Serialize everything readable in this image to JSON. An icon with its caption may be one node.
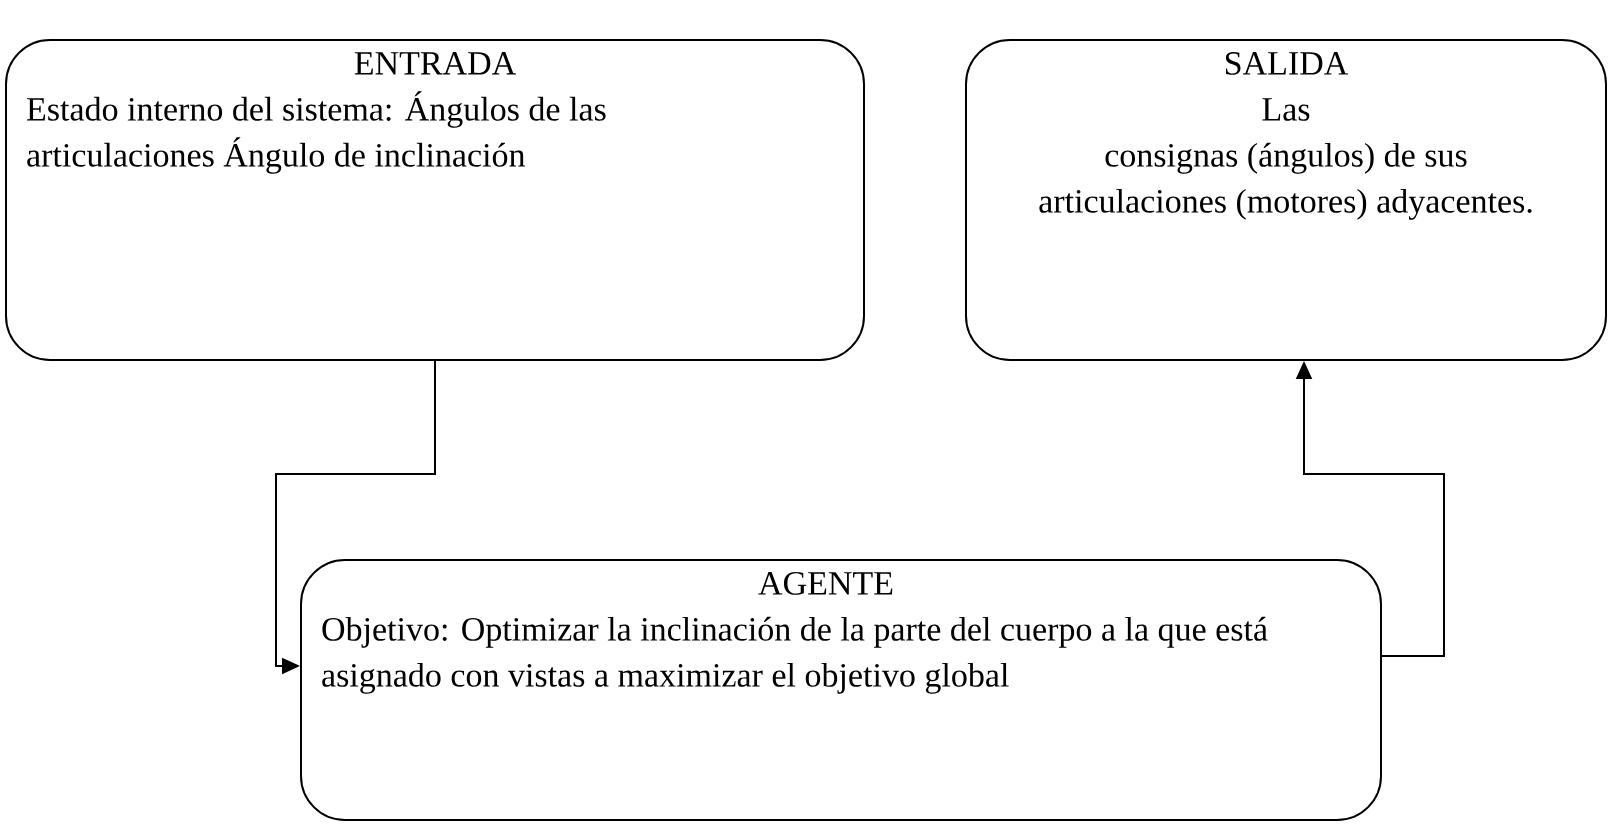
{
  "diagram": {
    "nodes": [
      {
        "text": [
          "ENTRADA",
          "Estado interno del sistema: Ángulos de las articulaciones Ángulo de inclinación"
        ]
      },
      {
        "text": [
          "SALIDA",
          "Las consignas (ángulos) de sus articulaciones (motores) adyacentes."
        ]
      },
      {
        "text": [
          "AGENTE",
          "Objetivo: Optimizar la inclinación de la parte del cuerpo a la que está asignado con vistas a maximizar el objetivo global"
        ]
      }
    ],
    "edges": [
      {
        "from": 0,
        "to": 2,
        "arrow": "to"
      },
      {
        "from": 2,
        "to": 1,
        "arrow": "to"
      }
    ]
  }
}
